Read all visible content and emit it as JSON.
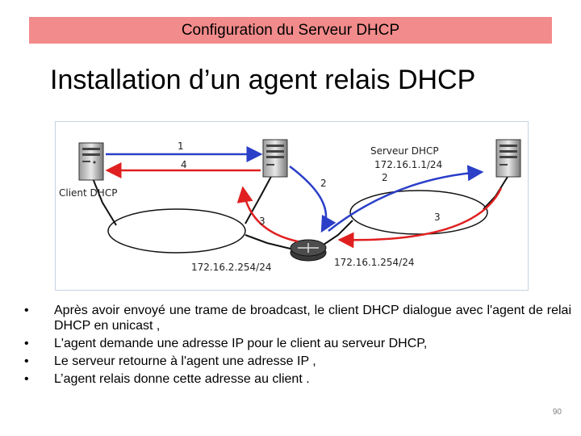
{
  "header": {
    "banner": "Configuration du Serveur DHCP"
  },
  "slide": {
    "title": "Installation d’un agent relais DHCP",
    "page_number": "90"
  },
  "diagram": {
    "labels": {
      "client": "Client DHCP",
      "server": "Serveur DHCP",
      "server_ip": "172.16.1.1/24",
      "agent_ip_left": "172.16.2.254/24",
      "agent_ip_right": "172.16.1.254/24",
      "step1": "1",
      "step4": "4",
      "step2_mid": "2",
      "step2_right": "2",
      "step3_left": "3",
      "step3_right": "3"
    },
    "colors": {
      "blue": "#2b3fc8",
      "red": "#e02020",
      "banner": "#f28b8b"
    }
  },
  "bullets": [
    {
      "bullet": "•",
      "text": "Après avoir envoyé une trame de broadcast, le client DHCP dialogue avec l'agent de relai DHCP en unicast ,"
    },
    {
      "bullet": "•",
      "text": "L'agent demande une adresse IP pour le client au serveur DHCP,"
    },
    {
      "bullet": "•",
      "text": "Le serveur retourne à l'agent une adresse IP ,"
    },
    {
      "bullet": "•",
      "text": "L’agent relais donne cette adresse au client ."
    }
  ]
}
